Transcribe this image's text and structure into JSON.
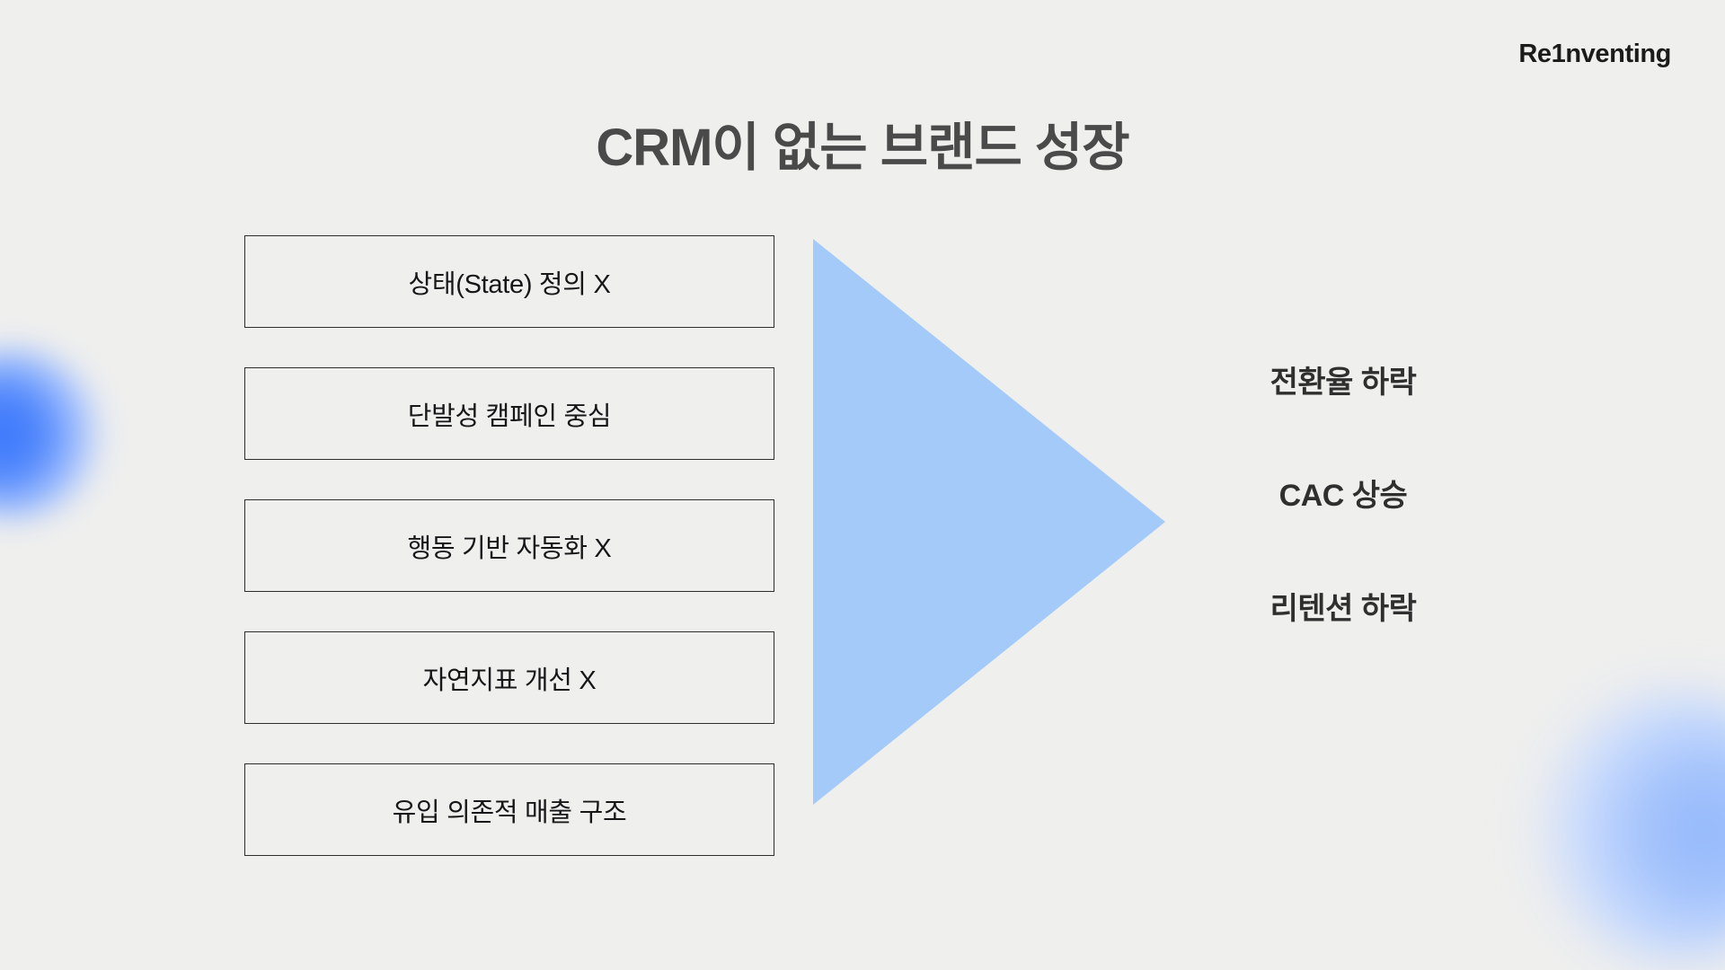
{
  "slide": {
    "background_color": "#efefee",
    "title": "CRM이 없는 브랜드 성장",
    "logo": "Re1nventing"
  },
  "causes": {
    "items": [
      {
        "label": "상태(State) 정의 X"
      },
      {
        "label": "단발성 캠페인 중심"
      },
      {
        "label": "행동 기반 자동화 X"
      },
      {
        "label": "자연지표 개선 X"
      },
      {
        "label": "유입 의존적 매출 구조"
      }
    ]
  },
  "arrow": {
    "name": "right-pointing-triangle",
    "color": "#a4caf9"
  },
  "outcomes": {
    "items": [
      {
        "label": "전환율 하락"
      },
      {
        "label": "CAC 상승"
      },
      {
        "label": "리텐션 하락"
      }
    ]
  },
  "decorations": {
    "left_blob_color": "#3b76fb",
    "right_blob_color": "#a7c5fc"
  }
}
